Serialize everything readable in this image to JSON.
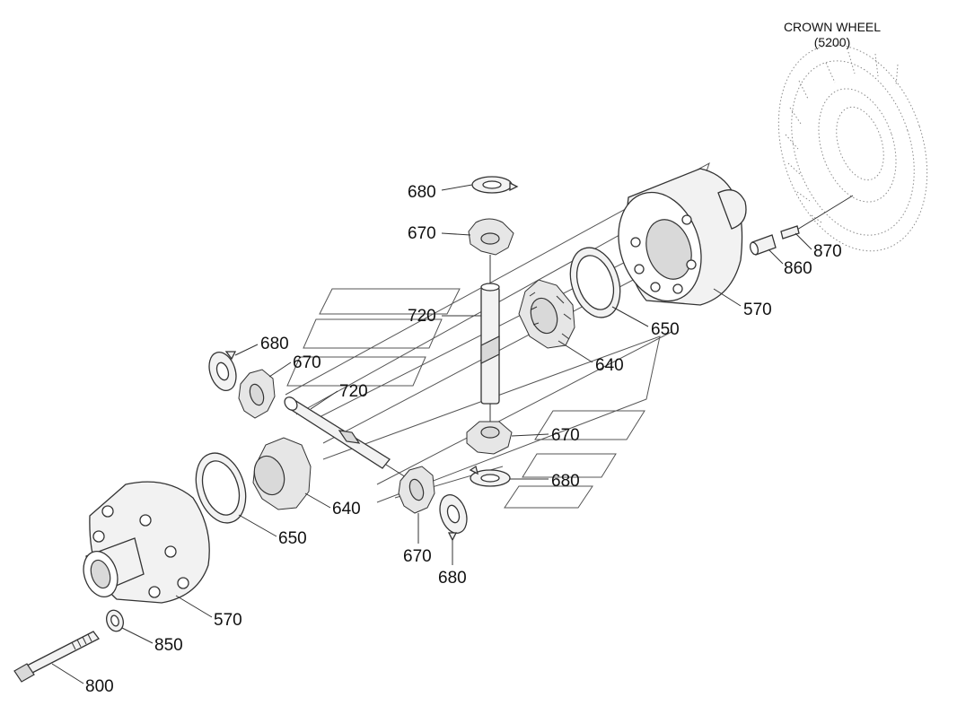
{
  "crown_wheel": {
    "title": "CROWN WHEEL",
    "ref": "(5200)"
  },
  "callouts": {
    "c570_top": "570",
    "c570_bottom": "570",
    "c640_right": "640",
    "c640_left": "640",
    "c650_right": "650",
    "c650_left": "650",
    "c670_top": "670",
    "c670_left": "670",
    "c670_mid": "670",
    "c670_bottom": "670",
    "c680_top": "680",
    "c680_left": "680",
    "c680_mid": "680",
    "c680_bottom": "680",
    "c720_top": "720",
    "c720_left": "720",
    "c800": "800",
    "c850": "850",
    "c860": "860",
    "c870": "870"
  }
}
